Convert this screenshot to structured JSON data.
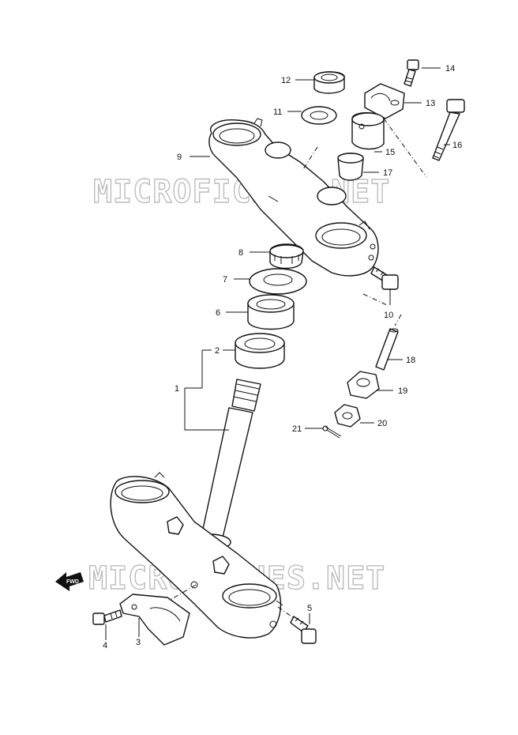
{
  "diagram": {
    "watermarks": [
      "MICROFICHES.NET",
      "MICROFICHES.NET"
    ],
    "direction_label": "FWD",
    "callouts": [
      {
        "label": "1"
      },
      {
        "label": "2"
      },
      {
        "label": "3"
      },
      {
        "label": "4"
      },
      {
        "label": "5"
      },
      {
        "label": "6"
      },
      {
        "label": "7"
      },
      {
        "label": "8"
      },
      {
        "label": "9"
      },
      {
        "label": "10"
      },
      {
        "label": "11"
      },
      {
        "label": "12"
      },
      {
        "label": "13"
      },
      {
        "label": "14"
      },
      {
        "label": "15"
      },
      {
        "label": "16"
      },
      {
        "label": "17"
      },
      {
        "label": "18"
      },
      {
        "label": "19"
      },
      {
        "label": "20"
      },
      {
        "label": "21"
      }
    ]
  }
}
